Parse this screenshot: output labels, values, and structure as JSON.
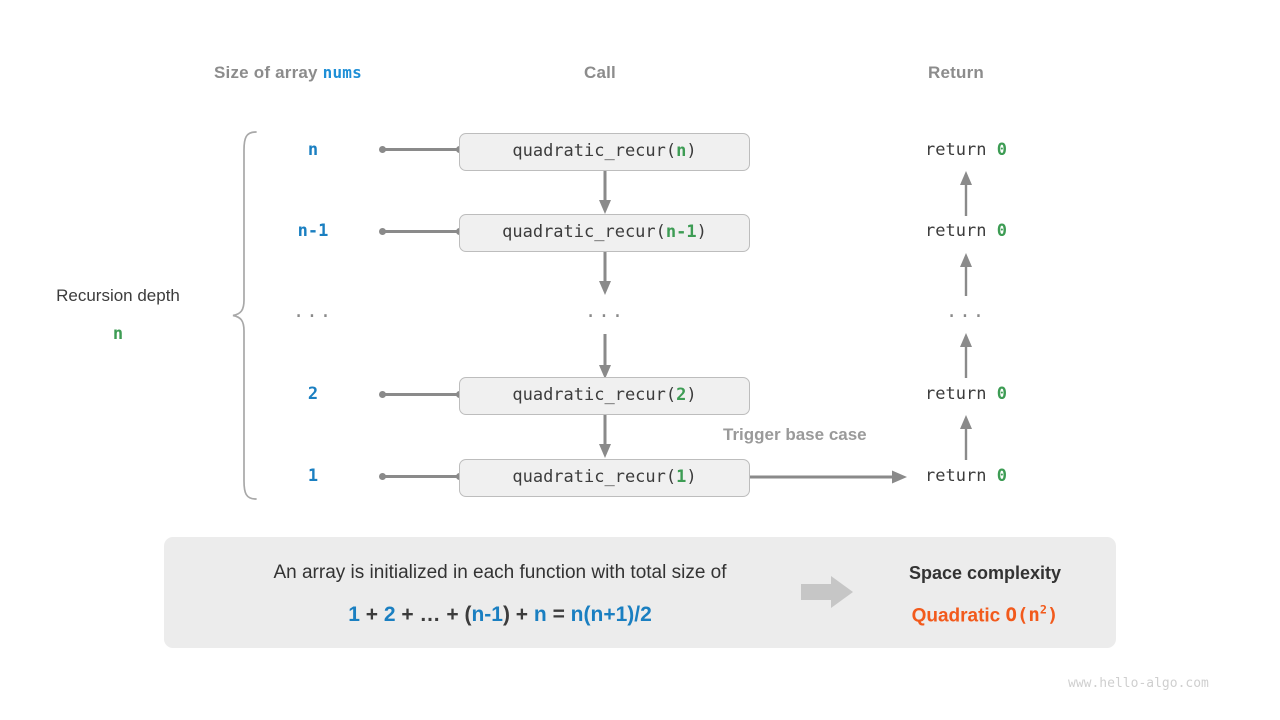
{
  "headers": {
    "size": "Size of array ",
    "size_accent": "nums",
    "call": "Call",
    "return": "Return"
  },
  "depth": {
    "title": "Recursion depth",
    "value": "n"
  },
  "rows": [
    {
      "size": "n",
      "call_name": "quadratic_recur(",
      "call_arg": "n",
      "call_close": ")",
      "return_text": "return ",
      "return_value": "0"
    },
    {
      "size": "n-1",
      "call_name": "quadratic_recur(",
      "call_arg": "n-1",
      "call_close": ")",
      "return_text": "return ",
      "return_value": "0"
    },
    {
      "size": "...",
      "call_name": "...",
      "call_arg": "",
      "call_close": "",
      "return_text": "...",
      "return_value": ""
    },
    {
      "size": "2",
      "call_name": "quadratic_recur(",
      "call_arg": "2",
      "call_close": ")",
      "return_text": "return ",
      "return_value": "0"
    },
    {
      "size": "1",
      "call_name": "quadratic_recur(",
      "call_arg": "1",
      "call_close": ")",
      "return_text": "return ",
      "return_value": "0"
    }
  ],
  "trigger_note": "Trigger base case",
  "summary": {
    "text": "An array is initialized in each function with total size of",
    "formula": {
      "t1": "1",
      "o1": "+",
      "t2": "2",
      "o2": "+",
      "t3": "…",
      "o3": "+",
      "p1": "(",
      "t4": "n-1",
      "p2": ")",
      "o4": "+",
      "t5": "n",
      "eq": "=",
      "t6": "n(n+1)/2"
    },
    "complexity_title": "Space complexity",
    "complexity_name": "Quadratic",
    "complexity_big_o_prefix": "O(n",
    "complexity_big_o_exp": "2",
    "complexity_big_o_suffix": ")"
  },
  "watermark": "www.hello-algo.com",
  "colors": {
    "blue": "#1a7fc1",
    "green": "#3d9c54",
    "orange": "#f25a1c",
    "gray_text": "#8c8c8c",
    "box_fill": "#f0f0f0",
    "box_border": "#bdbdbd",
    "panel_fill": "#ececec",
    "line": "#8a8a8a"
  }
}
